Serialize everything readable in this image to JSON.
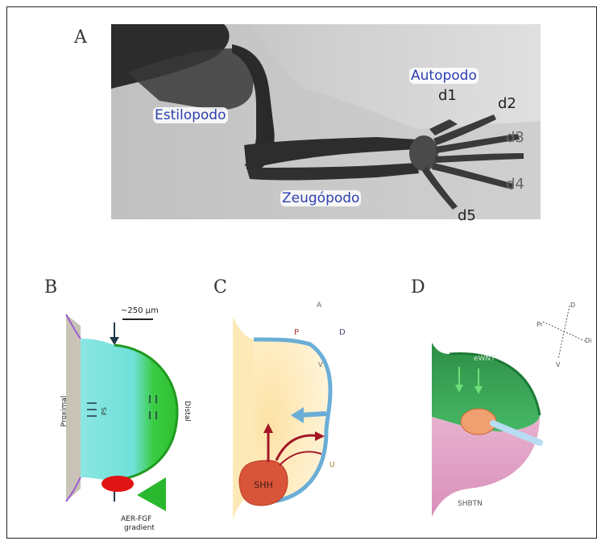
{
  "panels": {
    "a": {
      "letter": "A"
    },
    "b": {
      "letter": "B",
      "scale_label": "~250 μm",
      "side_left": "Proximal",
      "side_right": "Distal",
      "inner_label": "PS",
      "bottom_label_1": "AER-FGF",
      "bottom_label_2": "gradient"
    },
    "c": {
      "letter": "C",
      "top_label": "A",
      "left_label": "P",
      "right_label": "D",
      "small_label": "V",
      "side_label": "U",
      "signal_label": "SHH"
    },
    "d": {
      "letter": "D",
      "dorsal_label": "eWNT",
      "ventral_label": "SHBTN",
      "compass_top": "D",
      "compass_left": "Pr",
      "compass_right": "Di",
      "compass_bottom": "V"
    }
  },
  "limb": {
    "stylopod": "Estilopodo",
    "zeugopod": "Zeugópodo",
    "autopod": "Autopodo",
    "digits": [
      "d1",
      "d2",
      "d3",
      "d4",
      "d5"
    ]
  },
  "colors": {
    "label_blue": "#2b3fb0",
    "panel_b_proximal": "#7ee0dc",
    "panel_b_distal": "#33cc33",
    "panel_c_field": "#fde6a8",
    "panel_c_aer": "#6aaed6",
    "panel_c_shh": "#d9553a",
    "panel_d_dorsal": "#2f9a4e",
    "panel_d_ventral": "#e4a6c7"
  }
}
